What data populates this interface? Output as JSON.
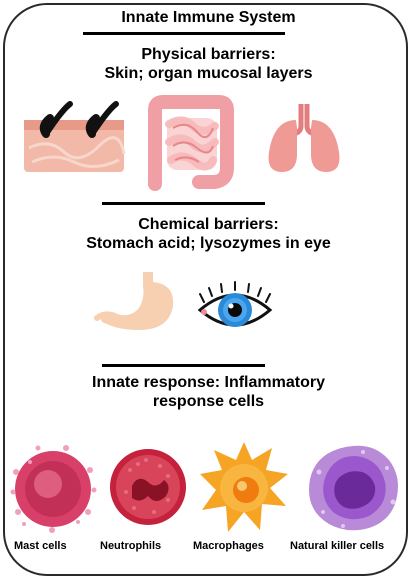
{
  "title": "Innate Immune System",
  "physical": {
    "heading_line1": "Physical barriers:",
    "heading_line2": "Skin; organ mucosal layers",
    "icons": [
      "skin-hair-icon",
      "intestine-icon",
      "lungs-icon"
    ]
  },
  "chemical": {
    "heading_line1": "Chemical barriers:",
    "heading_line2": "Stomach acid; lysozymes in eye",
    "icons": [
      "stomach-icon",
      "eye-icon"
    ]
  },
  "innate": {
    "heading_line1": "Innate response: Inflammatory",
    "heading_line2": "response cells",
    "cells": [
      {
        "label": "Mast cells",
        "icon": "mast-cell-icon",
        "color": "#d23a5e"
      },
      {
        "label": "Neutrophils",
        "icon": "neutrophil-icon",
        "color": "#c2203a"
      },
      {
        "label": "Macrophages",
        "icon": "macrophage-icon",
        "color": "#f5a020"
      },
      {
        "label": "Natural killer cells",
        "icon": "nk-cell-icon",
        "color": "#8a3fc0"
      }
    ]
  }
}
